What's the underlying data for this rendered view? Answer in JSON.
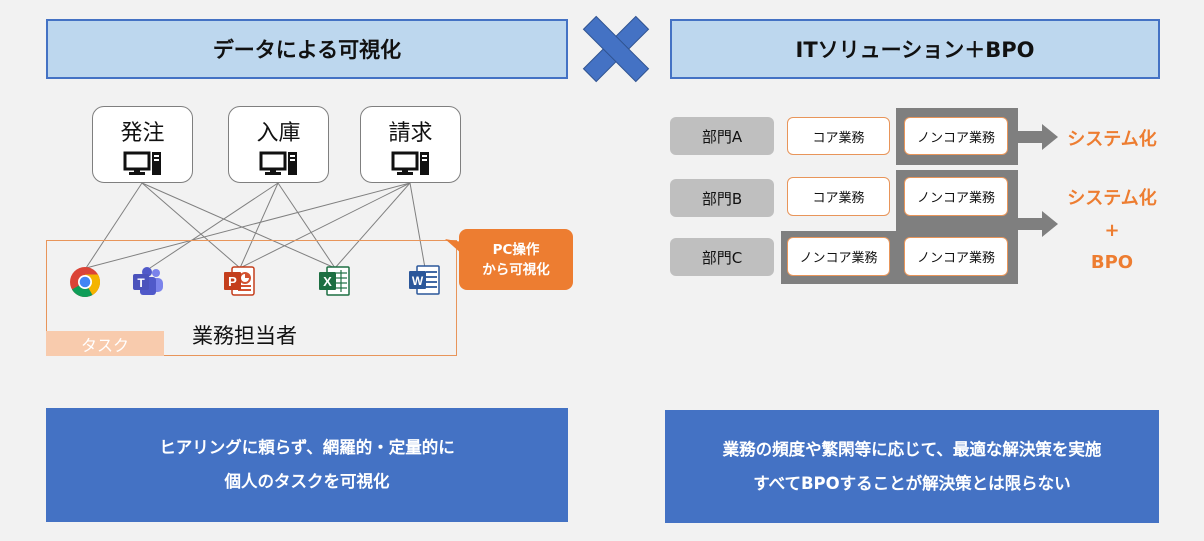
{
  "left": {
    "header": "データによる可視化",
    "terminals": [
      "発注",
      "入庫",
      "請求"
    ],
    "apps": [
      {
        "name": "chrome-icon"
      },
      {
        "name": "teams-icon"
      },
      {
        "name": "powerpoint-icon"
      },
      {
        "name": "excel-icon"
      },
      {
        "name": "word-icon"
      }
    ],
    "callout": {
      "line1": "PC操作",
      "line2": "から可視化"
    },
    "task_tab": "タスク",
    "tanto": "業務担当者",
    "summary": {
      "line1": "ヒアリングに頼らず、網羅的・定量的に",
      "line2": "個人のタスクを可視化"
    }
  },
  "right": {
    "header": "ITソリューション＋BPO",
    "rows": [
      {
        "dept": "部門A",
        "task1": "コア業務",
        "task2": "ノンコア業務"
      },
      {
        "dept": "部門B",
        "task1": "コア業務",
        "task2": "ノンコア業務"
      },
      {
        "dept": "部門C",
        "task1": "ノンコア業務",
        "task2": "ノンコア業務"
      }
    ],
    "result1": "システム化",
    "result2": {
      "line1": "システム化",
      "line2": "+",
      "line3": "BPO"
    },
    "summary": {
      "line1": "業務の頻度や繁閑等に応じて、最適な解決策を実施",
      "line2": "すべてBPOすることが解決策とは限らない"
    }
  },
  "colors": {
    "accent_blue": "#4472c4",
    "light_blue": "#bdd7ee",
    "orange": "#ed7d31",
    "gray": "#7f7f7f"
  }
}
